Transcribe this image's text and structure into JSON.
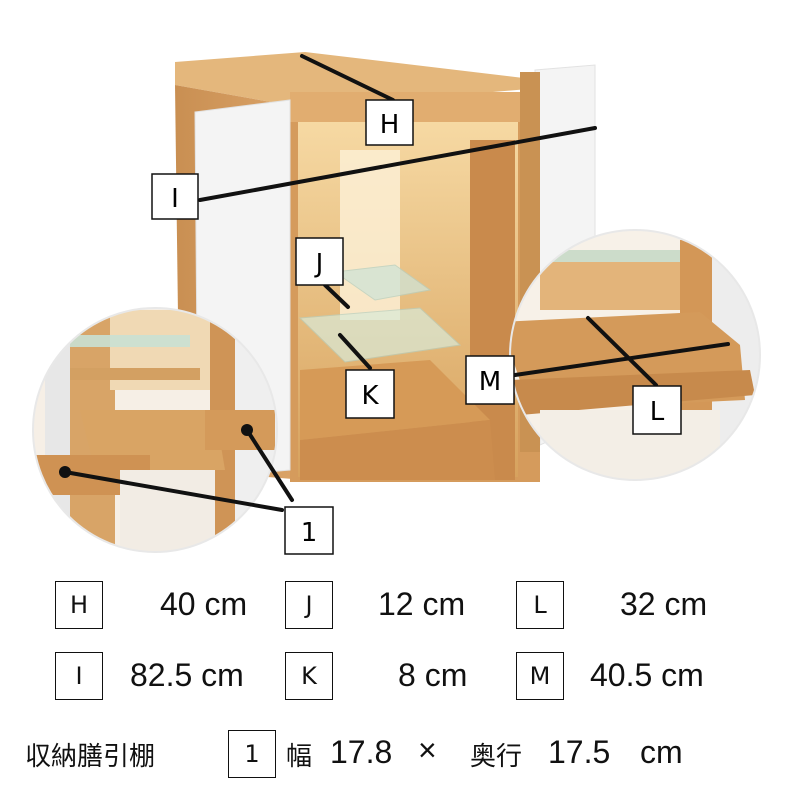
{
  "callouts": {
    "H": "H",
    "I": "I",
    "J": "J",
    "K": "K",
    "L": "L",
    "M": "M",
    "one": "1"
  },
  "dimensions": [
    {
      "label": "H",
      "value": "40 cm"
    },
    {
      "label": "J",
      "value": "12 cm"
    },
    {
      "label": "L",
      "value": "32 cm"
    },
    {
      "label": "I",
      "value": "82.5 cm"
    },
    {
      "label": "K",
      "value": "8 cm"
    },
    {
      "label": "M",
      "value": "40.5 cm"
    }
  ],
  "drawer": {
    "title": "収納膳引棚",
    "label": "1",
    "width_word": "幅",
    "width_value": "17.8",
    "times": "×",
    "depth_word": "奥行",
    "depth_value": "17.5",
    "unit": "cm"
  },
  "colors": {
    "wood": "#d9a464",
    "wood_dark": "#b9834a",
    "interior_glow": "#f3c98a",
    "door": "#f4f4f4"
  }
}
